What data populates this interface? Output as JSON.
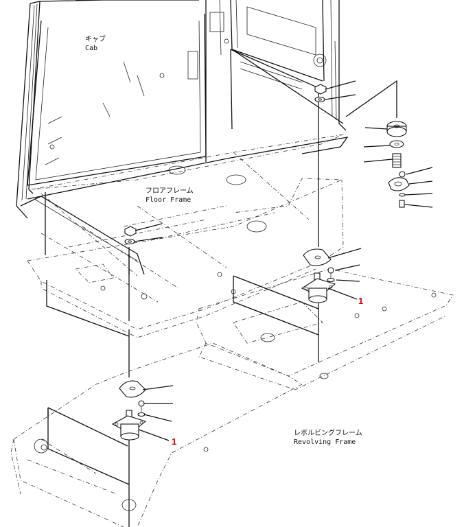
{
  "labels": {
    "cab_jp": "キャブ",
    "cab_en": "Cab",
    "floor_jp": "フロアフレーム",
    "floor_en": "Floor Frame",
    "rev_jp": "レボルビングフレーム",
    "rev_en": "Revolving Frame"
  },
  "callouts": {
    "mount_right": "1",
    "mount_left": "1"
  },
  "colors": {
    "line": "#111111",
    "callout": "#d40000",
    "background": "#ffffff"
  }
}
